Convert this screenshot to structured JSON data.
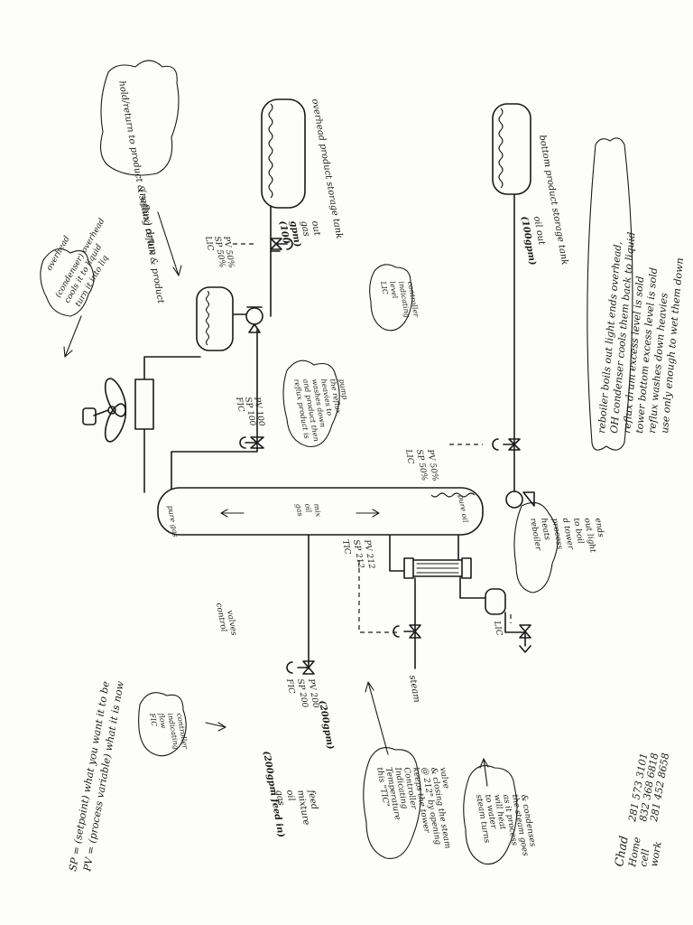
{
  "labels": {
    "reflux_drum_role": "hold/return to product & selling reflux & product",
    "reflux_drum": "(reflux) drum",
    "overhead_tank": "overhead product storage tank",
    "bottom_tank": "bottom product storage tank",
    "overhead_flow_1": "(100",
    "overhead_flow_2": "gpm)",
    "overhead_flow_3": "gas",
    "overhead_flow_4": "out",
    "bottom_flow": "(100gpm)",
    "bottom_flow_2": "oil out",
    "overhead_condenser_1": "overhead",
    "overhead_condenser_2": "(condenser) overhead",
    "overhead_condenser_3": "cools it to liquid",
    "overhead_condenser_4": "turn it into liq",
    "lic_top_1": "LIC",
    "lic_top_2": "SP 50%",
    "lic_top_3": "PV 50%",
    "lic_note_1": "LIC",
    "lic_note_2": "level",
    "lic_note_3": "indicating",
    "lic_note_4": "controller",
    "fic_top_1": "FIC",
    "fic_top_2": "SP 100",
    "fic_top_3": "PV 100",
    "reflux_pump_note_1": "reflux product is",
    "reflux_pump_note_2": "and product then",
    "reflux_pump_note_3": "washes down",
    "reflux_pump_note_4": "heavies to",
    "reflux_pump_note_5": "the reflux",
    "reflux_pump_note_6": "pump",
    "lic_mid_1": "LIC",
    "lic_mid_2": "SP 50%",
    "lic_mid_3": "PV 50%",
    "tower_top": "pure gas",
    "tower_mid_1": "gas",
    "tower_mid_2": "oil",
    "tower_mid_3": "mix",
    "tower_bottom": "pure oil",
    "tic_1": "TIC",
    "tic_2": "SP 212",
    "tic_3": "PV 212",
    "reboiler_1": "reboiler",
    "reboiler_2": "heats",
    "reboiler_3": "process",
    "reboiler_4": "d tower",
    "reboiler_5": "to boil",
    "reboiler_6": "out light",
    "reboiler_7": "ends",
    "lic_bottom": "LIC",
    "steam": "steam",
    "control_valves_1": "control",
    "control_valves_2": "valves",
    "fic_bottom_1": "FIC",
    "fic_bottom_2": "SP 200",
    "fic_bottom_3": "PV 200",
    "fic_bottom_4": "(200gpm)",
    "fic_note_1": "FIC",
    "fic_note_2": "flow",
    "fic_note_3": "indicating",
    "fic_note_4": "controller",
    "sp_def": "SP = (setpoint) what you want it to be",
    "pv_def": "PV = (process variable) what it is now",
    "feed_1": "(200gpm feed in)",
    "feed_2": "gas",
    "feed_3": "oil",
    "feed_4": "mixture",
    "feed_5": "feed",
    "tic_note_1": "this \"TIC\"",
    "tic_note_2": "Temperature",
    "tic_note_3": "Indicating",
    "tic_note_4": "Controller",
    "tic_note_5": "keeps the tower",
    "tic_note_6": "@ 212° by opening",
    "tic_note_7": "& closing the steam",
    "tic_note_8": "valve",
    "steam_note_1": "steam turns",
    "steam_note_2": "to water",
    "steam_note_3": "will heat",
    "steam_note_4": "as it process",
    "steam_note_5": "the steam goes",
    "steam_note_6": "& condenses",
    "summary_1": "reboiler boils out light ends overhead,",
    "summary_2": "OH condenser cools them back to liquid",
    "summary_3": "reflux drum excess level is sold",
    "summary_4": "tower bottom excess level is sold",
    "summary_5": "reflux washes down heavies",
    "summary_6": "use only enough to wet them down",
    "contact_name": "Chad",
    "contact_home_label": "Home",
    "contact_home": "281 573 3101",
    "contact_cell_label": "cell",
    "contact_cell": "832 368 6818",
    "contact_work_label": "work",
    "contact_work": "281 452 8658"
  }
}
